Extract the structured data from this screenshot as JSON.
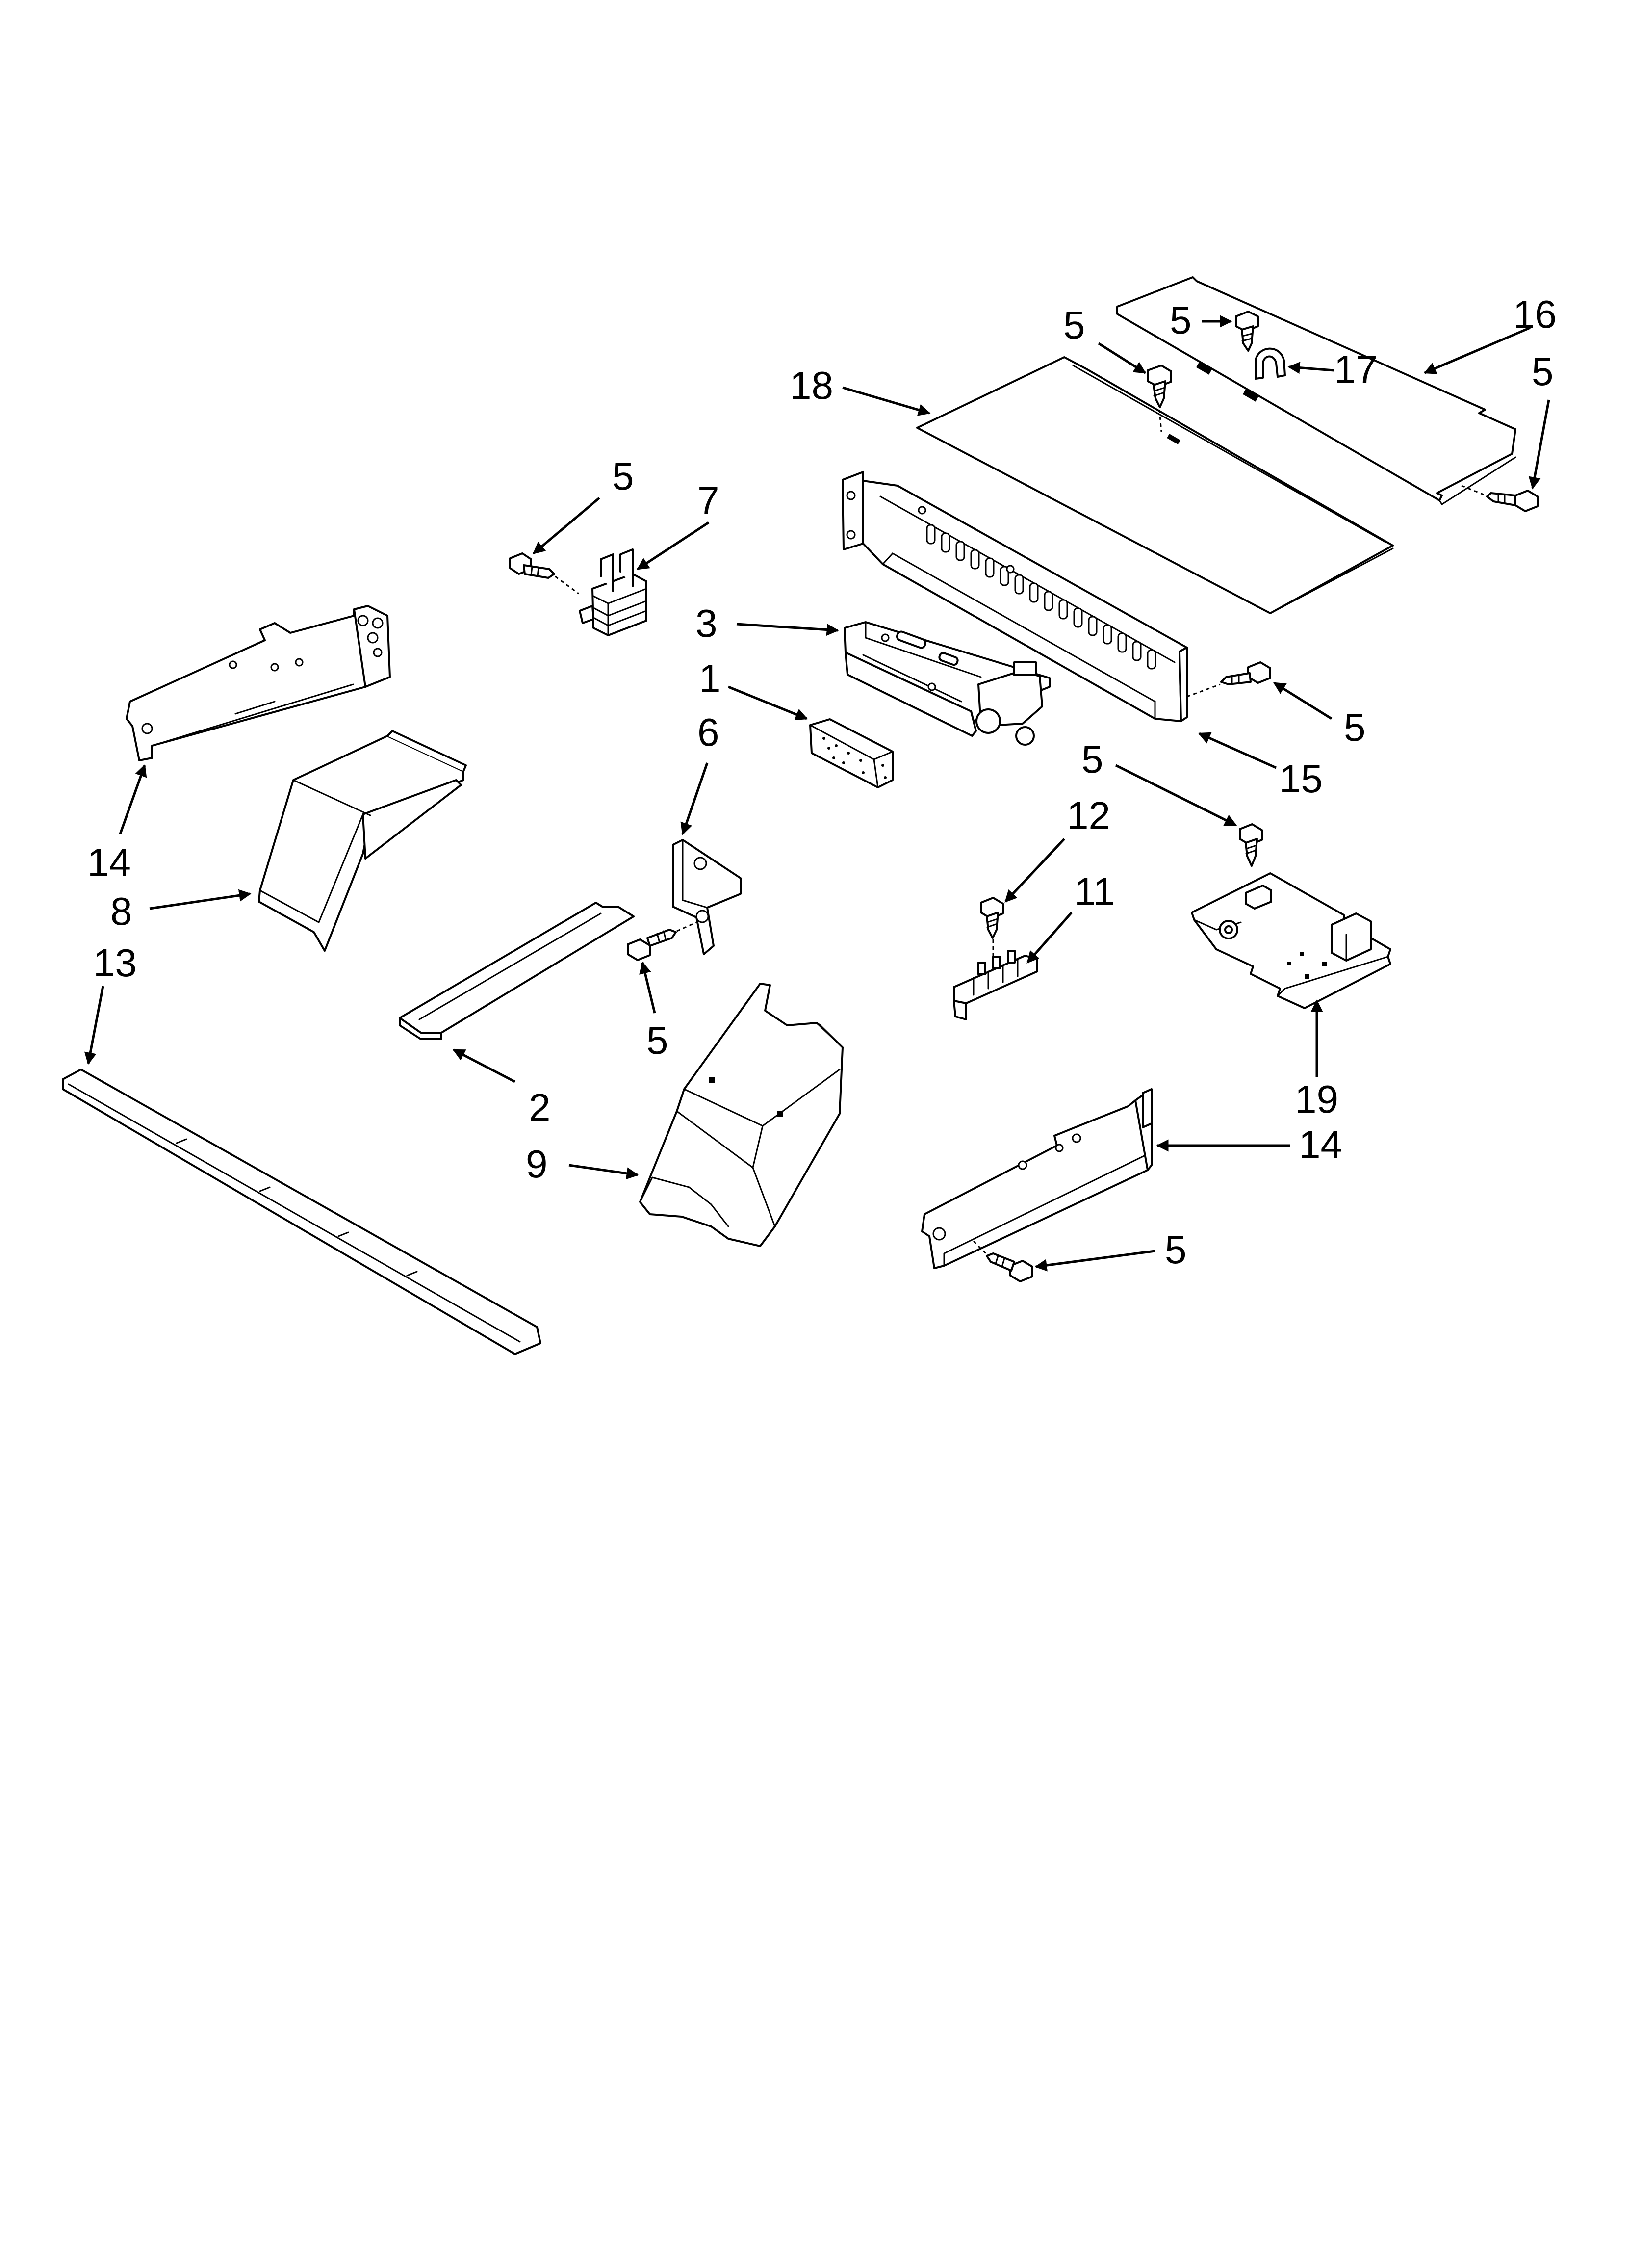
{
  "diagram": {
    "callouts": {
      "p5_screw_top_center": "5",
      "p5_screw_cover": "5",
      "p16_top_cover": "16",
      "p17_clip": "17",
      "p5_screw_cover_right": "5",
      "p18_control_panel_cover": "18",
      "p5_screw_terminal": "5",
      "p7_terminal_block": "7",
      "p3_latch_assembly": "3",
      "p1_insulation": "1",
      "p5_screw_bracket_right": "5",
      "p15_rear_bracket": "15",
      "p6_bracket": "6",
      "p14_side_bracket_left": "14",
      "p8_vent_duct": "8",
      "p13_trim": "13",
      "p5_screw_bracket_6": "5",
      "p2_channel": "2",
      "p9_air_duct": "9",
      "p5_screw_board": "5",
      "p12_screw": "12",
      "p11_terminal_strip": "11",
      "p19_board_assembly": "19",
      "p14_side_bracket_right": "14",
      "p5_screw_bracket_14": "5"
    }
  }
}
